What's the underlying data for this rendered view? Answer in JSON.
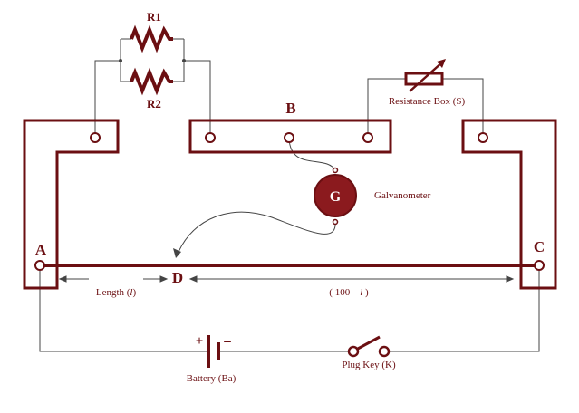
{
  "labels": {
    "r1": "R1",
    "r2": "R2",
    "b": "B",
    "resistance_box": "Resistance Box (S)",
    "galvanometer_symbol": "G",
    "galvanometer": "Galvanometer",
    "a": "A",
    "c": "C",
    "d": "D",
    "length_prefix": "Length (",
    "length_var": "l",
    "length_suffix": ")",
    "remainder_prefix": "( 100 – ",
    "remainder_var": "l",
    "remainder_suffix": " )",
    "plus": "+",
    "minus": "–",
    "battery": "Battery (Ba)",
    "plug_key": "Plug Key (K)"
  },
  "colors": {
    "maroon": "#6b0f12",
    "galvanometer_fill": "#8b1a1e",
    "line": "#444444"
  }
}
